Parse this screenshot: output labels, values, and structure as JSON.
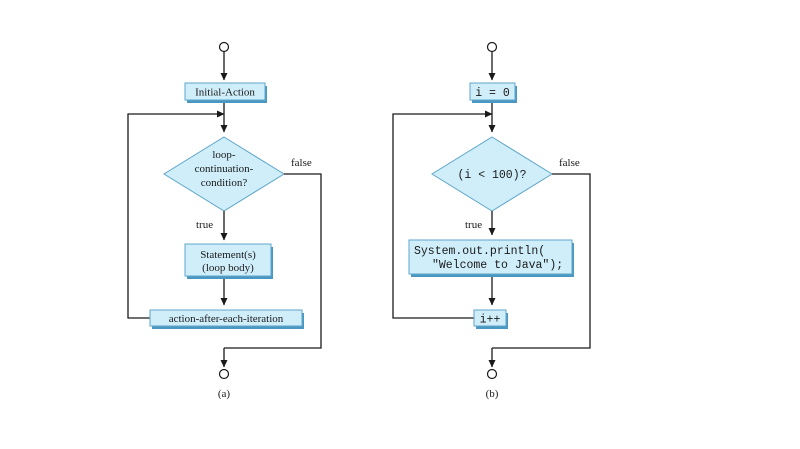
{
  "diagram_a": {
    "init": "Initial-Action",
    "condition_line1": "loop-",
    "condition_line2": "continuation-",
    "condition_line3": "condition?",
    "true_label": "true",
    "false_label": "false",
    "body_line1": "Statement(s)",
    "body_line2": "(loop body)",
    "iteration": "action-after-each-iteration",
    "caption": "(a)"
  },
  "diagram_b": {
    "init": "i = 0",
    "condition": "(i < 100)?",
    "true_label": "true",
    "false_label": "false",
    "body_line1": "System.out.println(",
    "body_line2": "\"Welcome to Java\");",
    "iteration": "i++",
    "caption": "(b)"
  },
  "colors": {
    "box_fill": "#cfeefa",
    "box_border": "#5fa6c9",
    "box_shadow": "#4a98c2",
    "line": "#1a1a1a"
  }
}
